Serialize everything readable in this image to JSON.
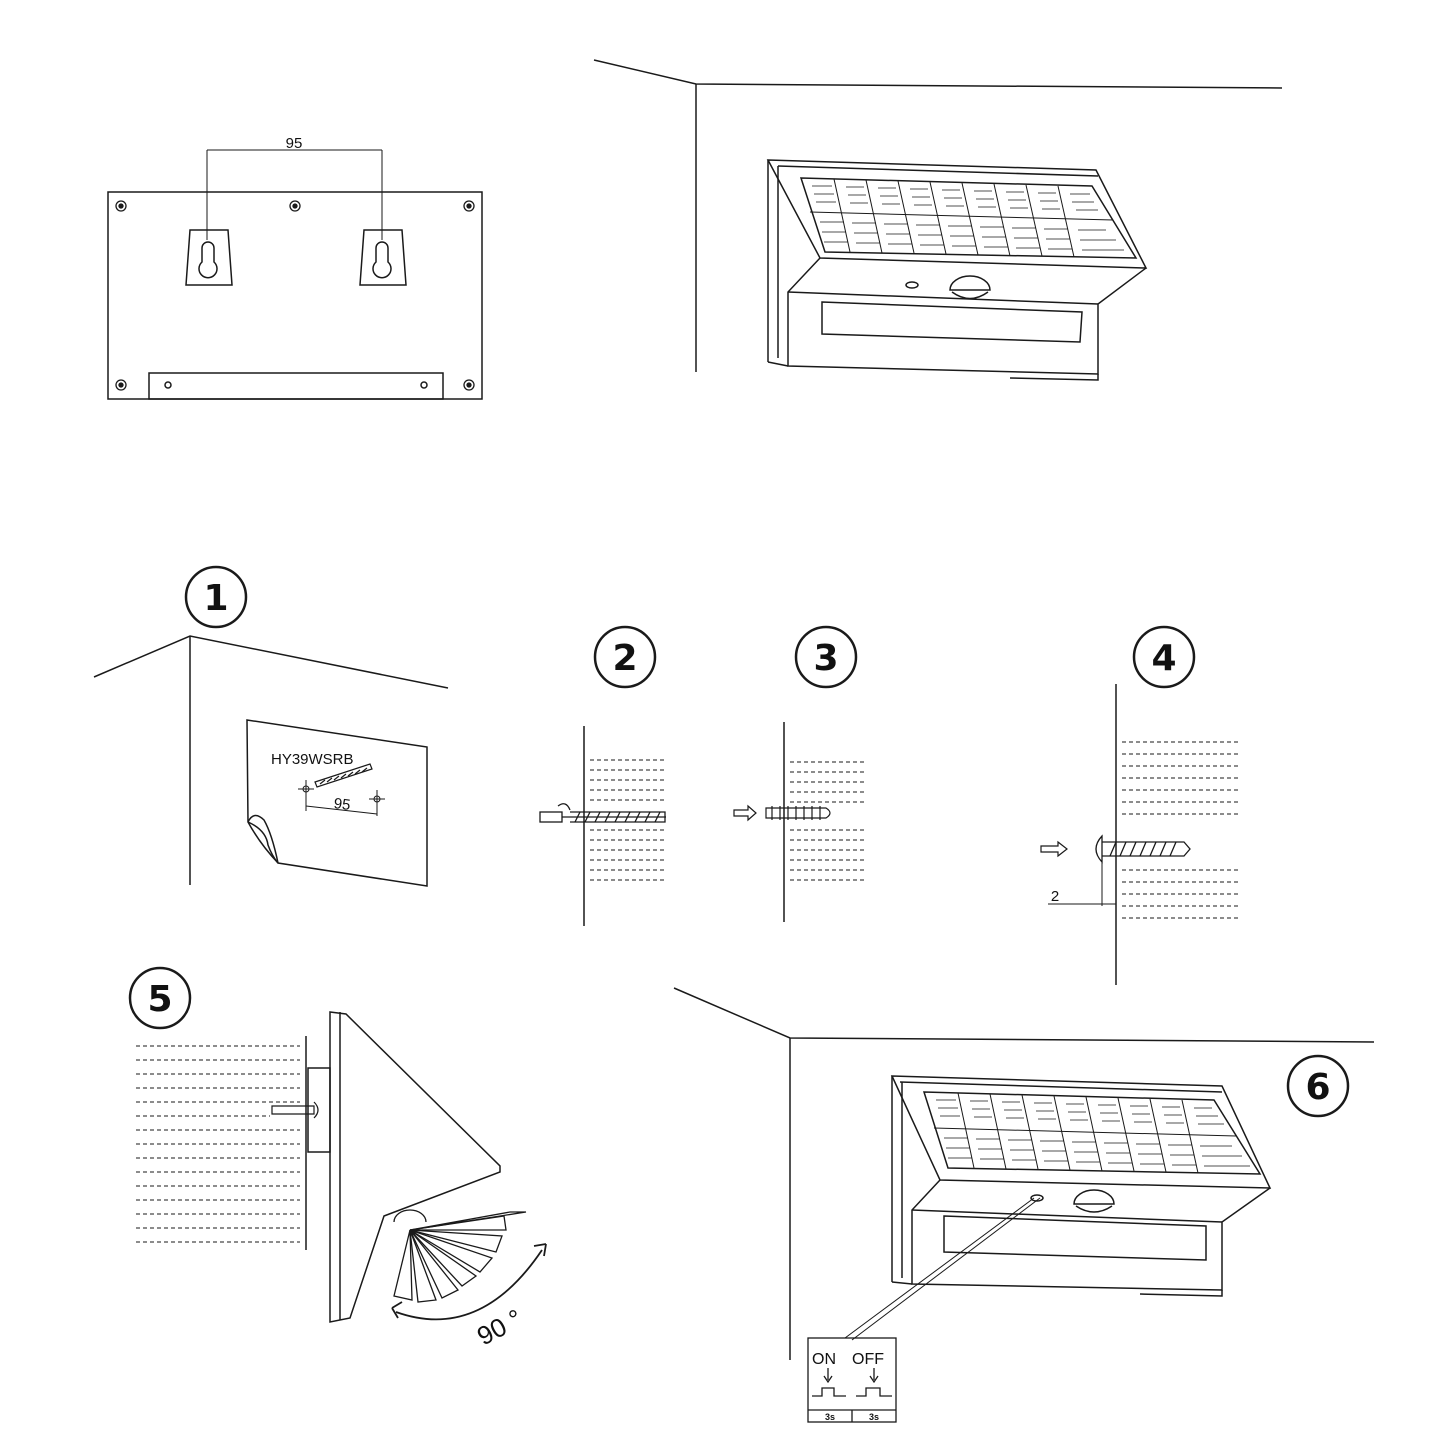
{
  "colors": {
    "ink": "#1a1a1a",
    "background": "#ffffff"
  },
  "backplate": {
    "spacing_label": "95"
  },
  "steps": [
    {
      "number": "1"
    },
    {
      "number": "2"
    },
    {
      "number": "3"
    },
    {
      "number": "4"
    },
    {
      "number": "5"
    },
    {
      "number": "6"
    }
  ],
  "template": {
    "model": "HY39WSRB",
    "spacing_label": "95"
  },
  "screw_gap_label": "2",
  "sensor_angle_label": "90 °",
  "switch_panel": {
    "on_label": "ON",
    "off_label": "OFF",
    "on_duration": "3s",
    "off_duration": "3s"
  }
}
